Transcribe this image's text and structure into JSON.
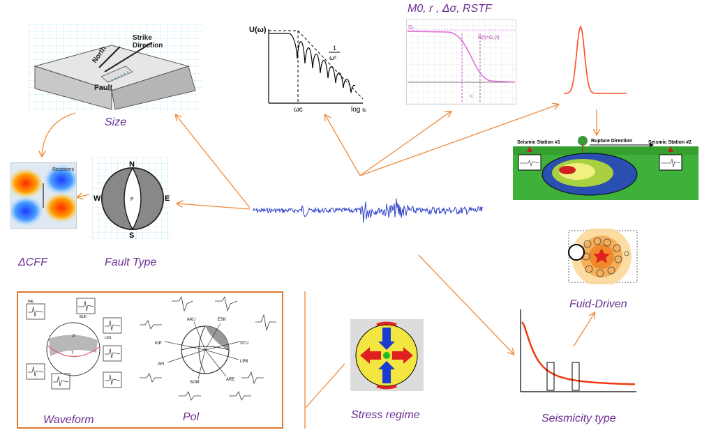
{
  "captions": {
    "size": "Size",
    "dcff": "ΔCFF",
    "fault_type": "Fault Type",
    "source_params": "M0, r , Δσ, RSTF",
    "fluid_driven": "Fuid-Driven",
    "stress_regime": "Stress regime",
    "seismicity_type": "Seismicity type",
    "waveform": "Waveform",
    "pol": "Pol"
  },
  "block_diagram": {
    "north": "North",
    "strike_line1": "Strike",
    "strike_line2": "Direction",
    "fault": "Fault"
  },
  "dcff_panel": {
    "receivers": "Receivers"
  },
  "beachball": {
    "n": "N",
    "w": "W",
    "e": "E",
    "s": "S",
    "p": "P"
  },
  "spectrum": {
    "ylabel": "U(ω)",
    "slope_num": "1",
    "slope_den": "ω²",
    "corner": "ωc",
    "xlabel": "log ω"
  },
  "rstf": {
    "omega0": "Ω₀",
    "formula": "R(f)=Ω₀(f)",
    "n": "N"
  },
  "rupture": {
    "station1": "Seismic Station #1",
    "station2": "Seismic Station #2",
    "direction": "Rupture Direction"
  },
  "pol_stations": [
    "AKU",
    "ESK",
    "KIP",
    "STU",
    "AFI",
    "LPB",
    "SOM",
    "ARE"
  ],
  "waveform_labels": [
    "PAL",
    "BUK",
    "LES",
    "T",
    "P"
  ],
  "colors": {
    "caption": "#6a2c91",
    "arrow": "#ef8a3a",
    "seismogram": "#2b3fc7",
    "frame": "#e0782f"
  }
}
